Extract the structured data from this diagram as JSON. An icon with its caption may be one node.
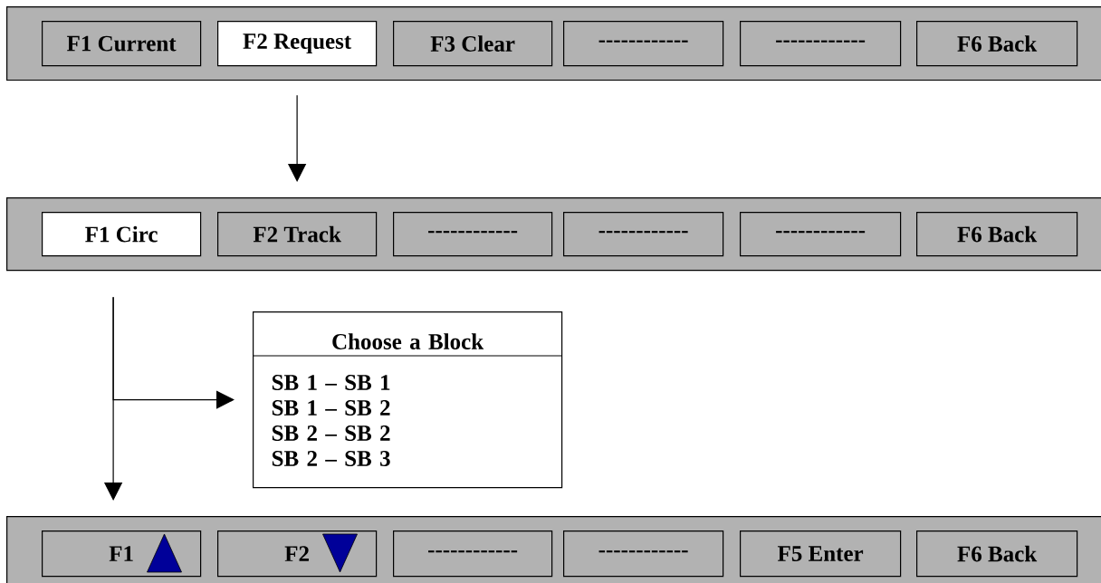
{
  "diagram": {
    "nodes": [
      {
        "text": [],
        "shape": "bar"
      },
      {
        "text": [
          "F1 Current"
        ],
        "in": 0
      },
      {
        "text": [
          "F2 Request"
        ],
        "in": 0
      },
      {
        "text": [
          "F3 Clear"
        ],
        "in": 0
      },
      {
        "text": [
          "------------"
        ],
        "in": 0
      },
      {
        "text": [
          "------------"
        ],
        "in": 0
      },
      {
        "text": [
          "F6 Back"
        ],
        "in": 0
      },
      {
        "text": [],
        "shape": "bar"
      },
      {
        "text": [
          "F1 Circ"
        ],
        "in": 7
      },
      {
        "text": [
          "F2 Track"
        ],
        "in": 7
      },
      {
        "text": [
          "------------"
        ],
        "in": 7
      },
      {
        "text": [
          "------------"
        ],
        "in": 7
      },
      {
        "text": [
          "------------"
        ],
        "in": 7
      },
      {
        "text": [
          "F6 Back"
        ],
        "in": 7
      },
      {
        "text": [
          "Choose a Block",
          "SB 1 – SB 1",
          "SB 1 – SB 2",
          "SB 2 – SB 2",
          "SB 2 – SB 3"
        ]
      },
      {
        "text": [],
        "shape": "bar"
      },
      {
        "text": [
          "F1"
        ],
        "in": 15
      },
      {
        "text": [
          "F2"
        ],
        "in": 15
      },
      {
        "text": [
          "------------"
        ],
        "in": 15
      },
      {
        "text": [
          "------------"
        ],
        "in": 15
      },
      {
        "text": [
          "F5 Enter"
        ],
        "in": 15
      },
      {
        "text": [
          "F6 Back"
        ],
        "in": 15
      }
    ],
    "edges": [
      {
        "from": 2,
        "to": 7,
        "arrow": "to"
      },
      {
        "from": 8,
        "to": 14,
        "arrow": "to"
      },
      {
        "from": 8,
        "to": 15,
        "arrow": "to"
      }
    ]
  }
}
